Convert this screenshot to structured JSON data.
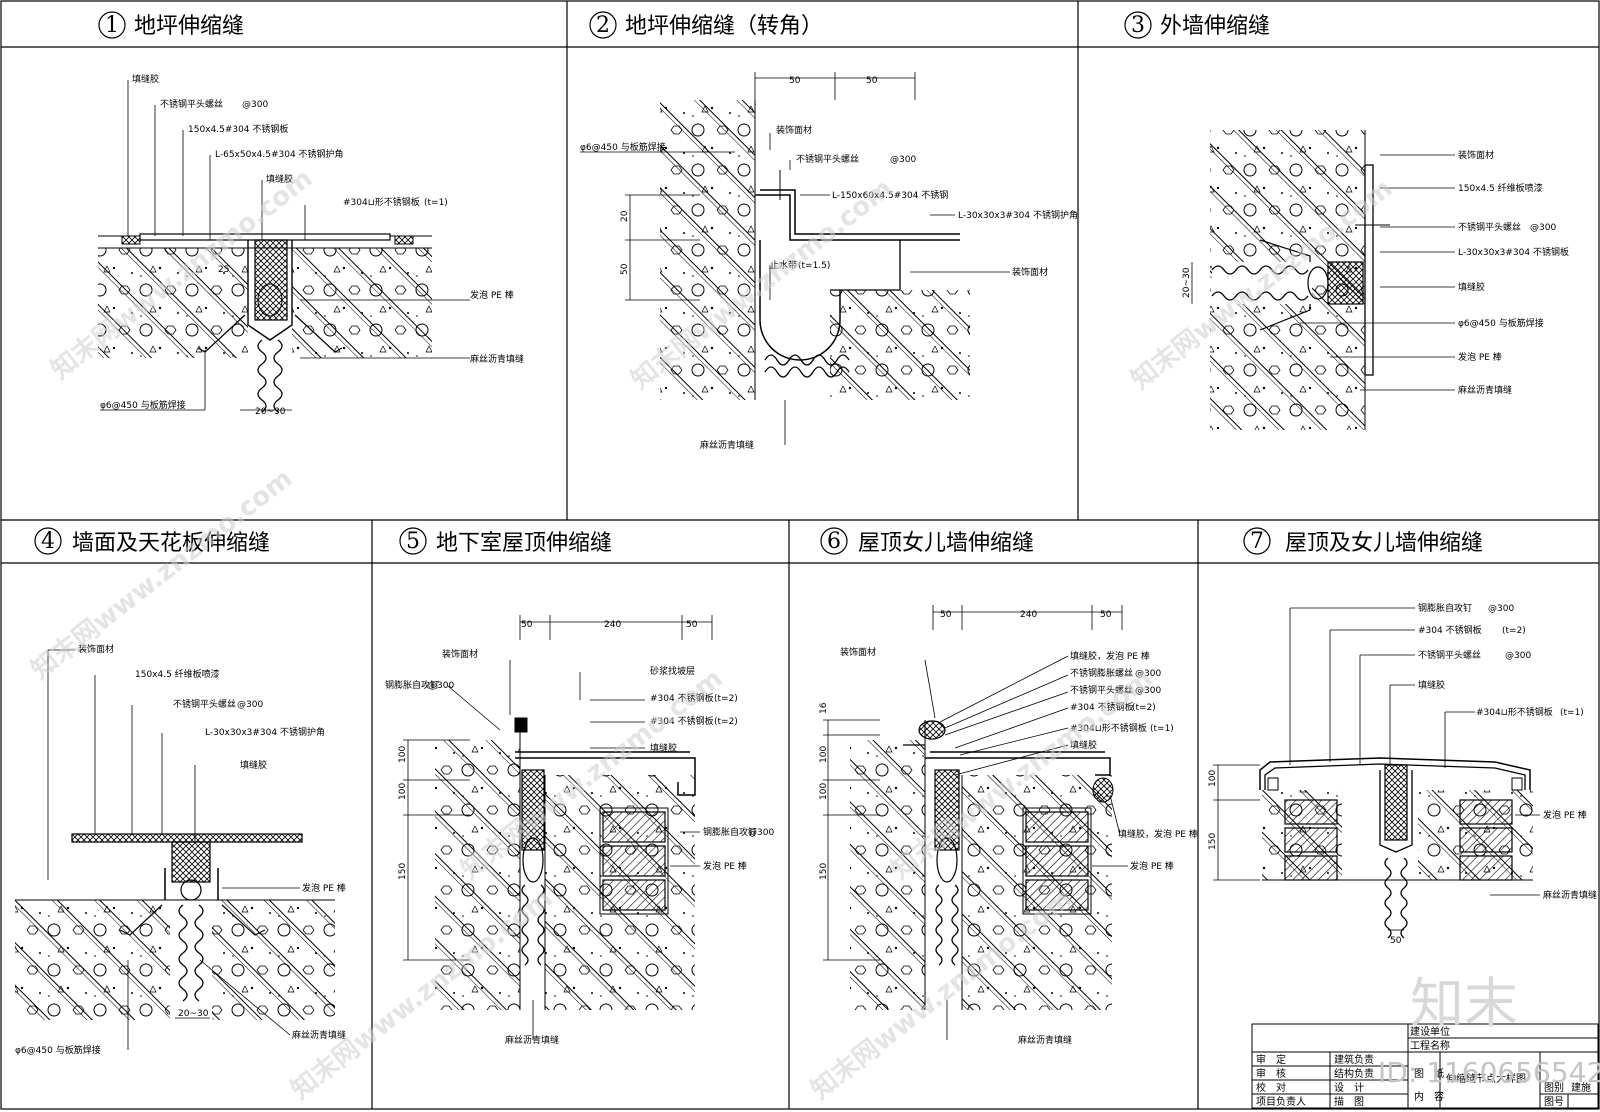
{
  "colors": {
    "line": "#000000",
    "background": "#ffffff",
    "watermark": "#c8c8c8"
  },
  "panels": [
    {
      "num": "1",
      "title": "地坪伸缩缝"
    },
    {
      "num": "2",
      "title": "地坪伸缩缝（转角）"
    },
    {
      "num": "3",
      "title": "外墙伸缩缝"
    },
    {
      "num": "4",
      "title": "墙面及天花板伸缩缝"
    },
    {
      "num": "5",
      "title": "地下室屋顶伸缩缝"
    },
    {
      "num": "6",
      "title": "屋顶女儿墙伸缩缝"
    },
    {
      "num": "7",
      "title": "屋顶及女儿墙伸缩缝"
    }
  ],
  "p1": {
    "l1": "填缝胶",
    "l2": "不锈钢平头螺丝",
    "l2b": "@300",
    "l3": "150x4.5#304 不锈钢板",
    "l4": "L-65x50x4.5#304 不锈钢护角",
    "l5": "填缝胶",
    "l6": "#304⊔形不锈钢板",
    "l6b": "(t=1)",
    "l7": "发泡 PE 棒",
    "l8": "麻丝沥青填缝",
    "l9": "φ6@450 与板筋焊接",
    "d1": "25",
    "d2": "20~30"
  },
  "p2": {
    "d1": "50",
    "d2": "50",
    "d3": "20",
    "d4": "50",
    "l1": "φ6@450 与板筋焊接",
    "l2": "装饰面材",
    "l3": "不锈钢平头螺丝",
    "l3b": "@300",
    "l4": "L-150x60x4.5#304 不锈钢",
    "l5": "L-30x30x3#304 不锈钢护角",
    "l6": "止水带",
    "l6b": "(t=1.5)",
    "l7": "装饰面材",
    "l8": "麻丝沥青填缝"
  },
  "p3": {
    "l1": "装饰面材",
    "l2": "150x4.5 纤维板喷漆",
    "l3": "不锈钢平头螺丝",
    "l3b": "@300",
    "l4": "L-30x30x3#304 不锈钢板",
    "l5": "填缝胶",
    "l6": "φ6@450 与板筋焊接",
    "l7": "发泡 PE 棒",
    "l8": "麻丝沥青填缝",
    "d1": "20~30"
  },
  "p4": {
    "l1": "装饰面材",
    "l2": "150x4.5 纤维板喷漆",
    "l3": "不锈钢平头螺丝",
    "l3b": "@300",
    "l4": "L-30x30x3#304 不锈钢护角",
    "l5": "填缝胶",
    "l6": "发泡 PE 棒",
    "l7": "麻丝沥青填缝",
    "l8": "φ6@450 与板筋焊接",
    "d1": "20~30"
  },
  "p5": {
    "d1": "50",
    "d2": "240",
    "d3": "50",
    "d4": "100",
    "d5": "100",
    "d6": "150",
    "l1": "装饰面材",
    "l2": "砂浆找坡层",
    "l3": "钢膨胀自攻钉",
    "l3b": "@300",
    "l4": "#304 不锈钢板",
    "l4b": "(t=2)",
    "l5": "#304 不锈钢板",
    "l5b": "(t=2)",
    "l6": "填缝胶",
    "l7": "钢膨胀自攻钉",
    "l7b": "@300",
    "l8": "发泡 PE 棒",
    "l9": "麻丝沥青填缝"
  },
  "p6": {
    "d1": "50",
    "d2": "240",
    "d3": "50",
    "d4": "16",
    "d5": "100",
    "d6": "100",
    "d7": "150",
    "l1": "装饰面材",
    "l2": "填缝胶，发泡 PE 棒",
    "l3": "不锈钢膨胀螺丝",
    "l3b": "@300",
    "l4": "不锈钢平头螺丝",
    "l4b": "@300",
    "l5": "#304 不锈钢板",
    "l5b": "(t=2)",
    "l6": "#304⊔形不锈钢板",
    "l6b": "(t=1)",
    "l7": "填缝胶",
    "l8": "填缝胶，发泡 PE 棒",
    "l9": "发泡 PE 棒",
    "l10": "麻丝沥青填缝"
  },
  "p7": {
    "l1": "钢膨胀自攻钉",
    "l1b": "@300",
    "l2": "#304 不锈钢板",
    "l2b": "(t=2)",
    "l3": "不锈钢平头螺丝",
    "l3b": "@300",
    "l4": "填缝胶",
    "l5": "#304⊔形不锈钢板",
    "l5b": "(t=1)",
    "l6": "发泡 PE 棒",
    "l7": "麻丝沥青填缝",
    "d1": "100",
    "d2": "150",
    "d3": "50"
  },
  "titleblock": {
    "r1": "审　定",
    "r2": "审　核",
    "r3": "校　对",
    "r4": "项目负责人",
    "c1": "建筑负责",
    "c2": "结构负责",
    "c3": "设　计",
    "c4": "描　图",
    "proj": "工程名称",
    "jian": "建设单位",
    "tu": "图　纸",
    "nei": "内　容",
    "name": "伸缩缝节点大样图",
    "tubie": "图别",
    "jianshi": "建施",
    "tuhao": "图号"
  },
  "brand": "知末",
  "idtext": "ID: 1160656542",
  "watermark": "知末网www.znzmo.com"
}
